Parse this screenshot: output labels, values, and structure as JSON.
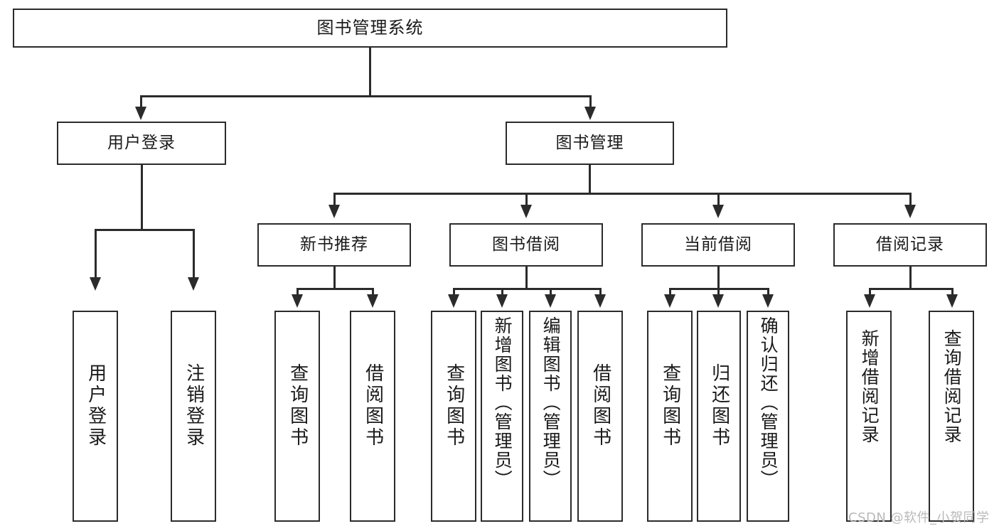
{
  "diagram": {
    "title": "图书管理系统",
    "watermark": "CSDN @软件_小贺同学",
    "accent_color": "#2b2b2b",
    "background_color": "#ffffff",
    "levels": {
      "root": "图书管理系统",
      "level1": [
        "用户登录",
        "图书管理"
      ],
      "level2": [
        "新书推荐",
        "图书借阅",
        "当前借阅",
        "借阅记录"
      ]
    },
    "nodes": {
      "root": "图书管理系统",
      "user_login": "用户登录",
      "book_manage": "图书管理",
      "new_book_rec": "新书推荐",
      "book_borrow": "图书借阅",
      "current_borrow": "当前借阅",
      "borrow_record": "借阅记录",
      "leaf_user_login": "用户登录",
      "leaf_user_logout": "注销登录",
      "leaf_query_book_a": "查询图书",
      "leaf_borrow_book_a": "借阅图书",
      "leaf_query_book_b": "查询图书",
      "leaf_add_book": "新增图书（管理员）",
      "leaf_edit_book": "编辑图书（管理员）",
      "leaf_borrow_book_b": "借阅图书",
      "leaf_query_book_c": "查询图书",
      "leaf_return_book": "归还图书",
      "leaf_confirm_return": "确认归还（管理员）",
      "leaf_add_record": "新增借阅记录",
      "leaf_query_record": "查询借阅记录"
    }
  }
}
